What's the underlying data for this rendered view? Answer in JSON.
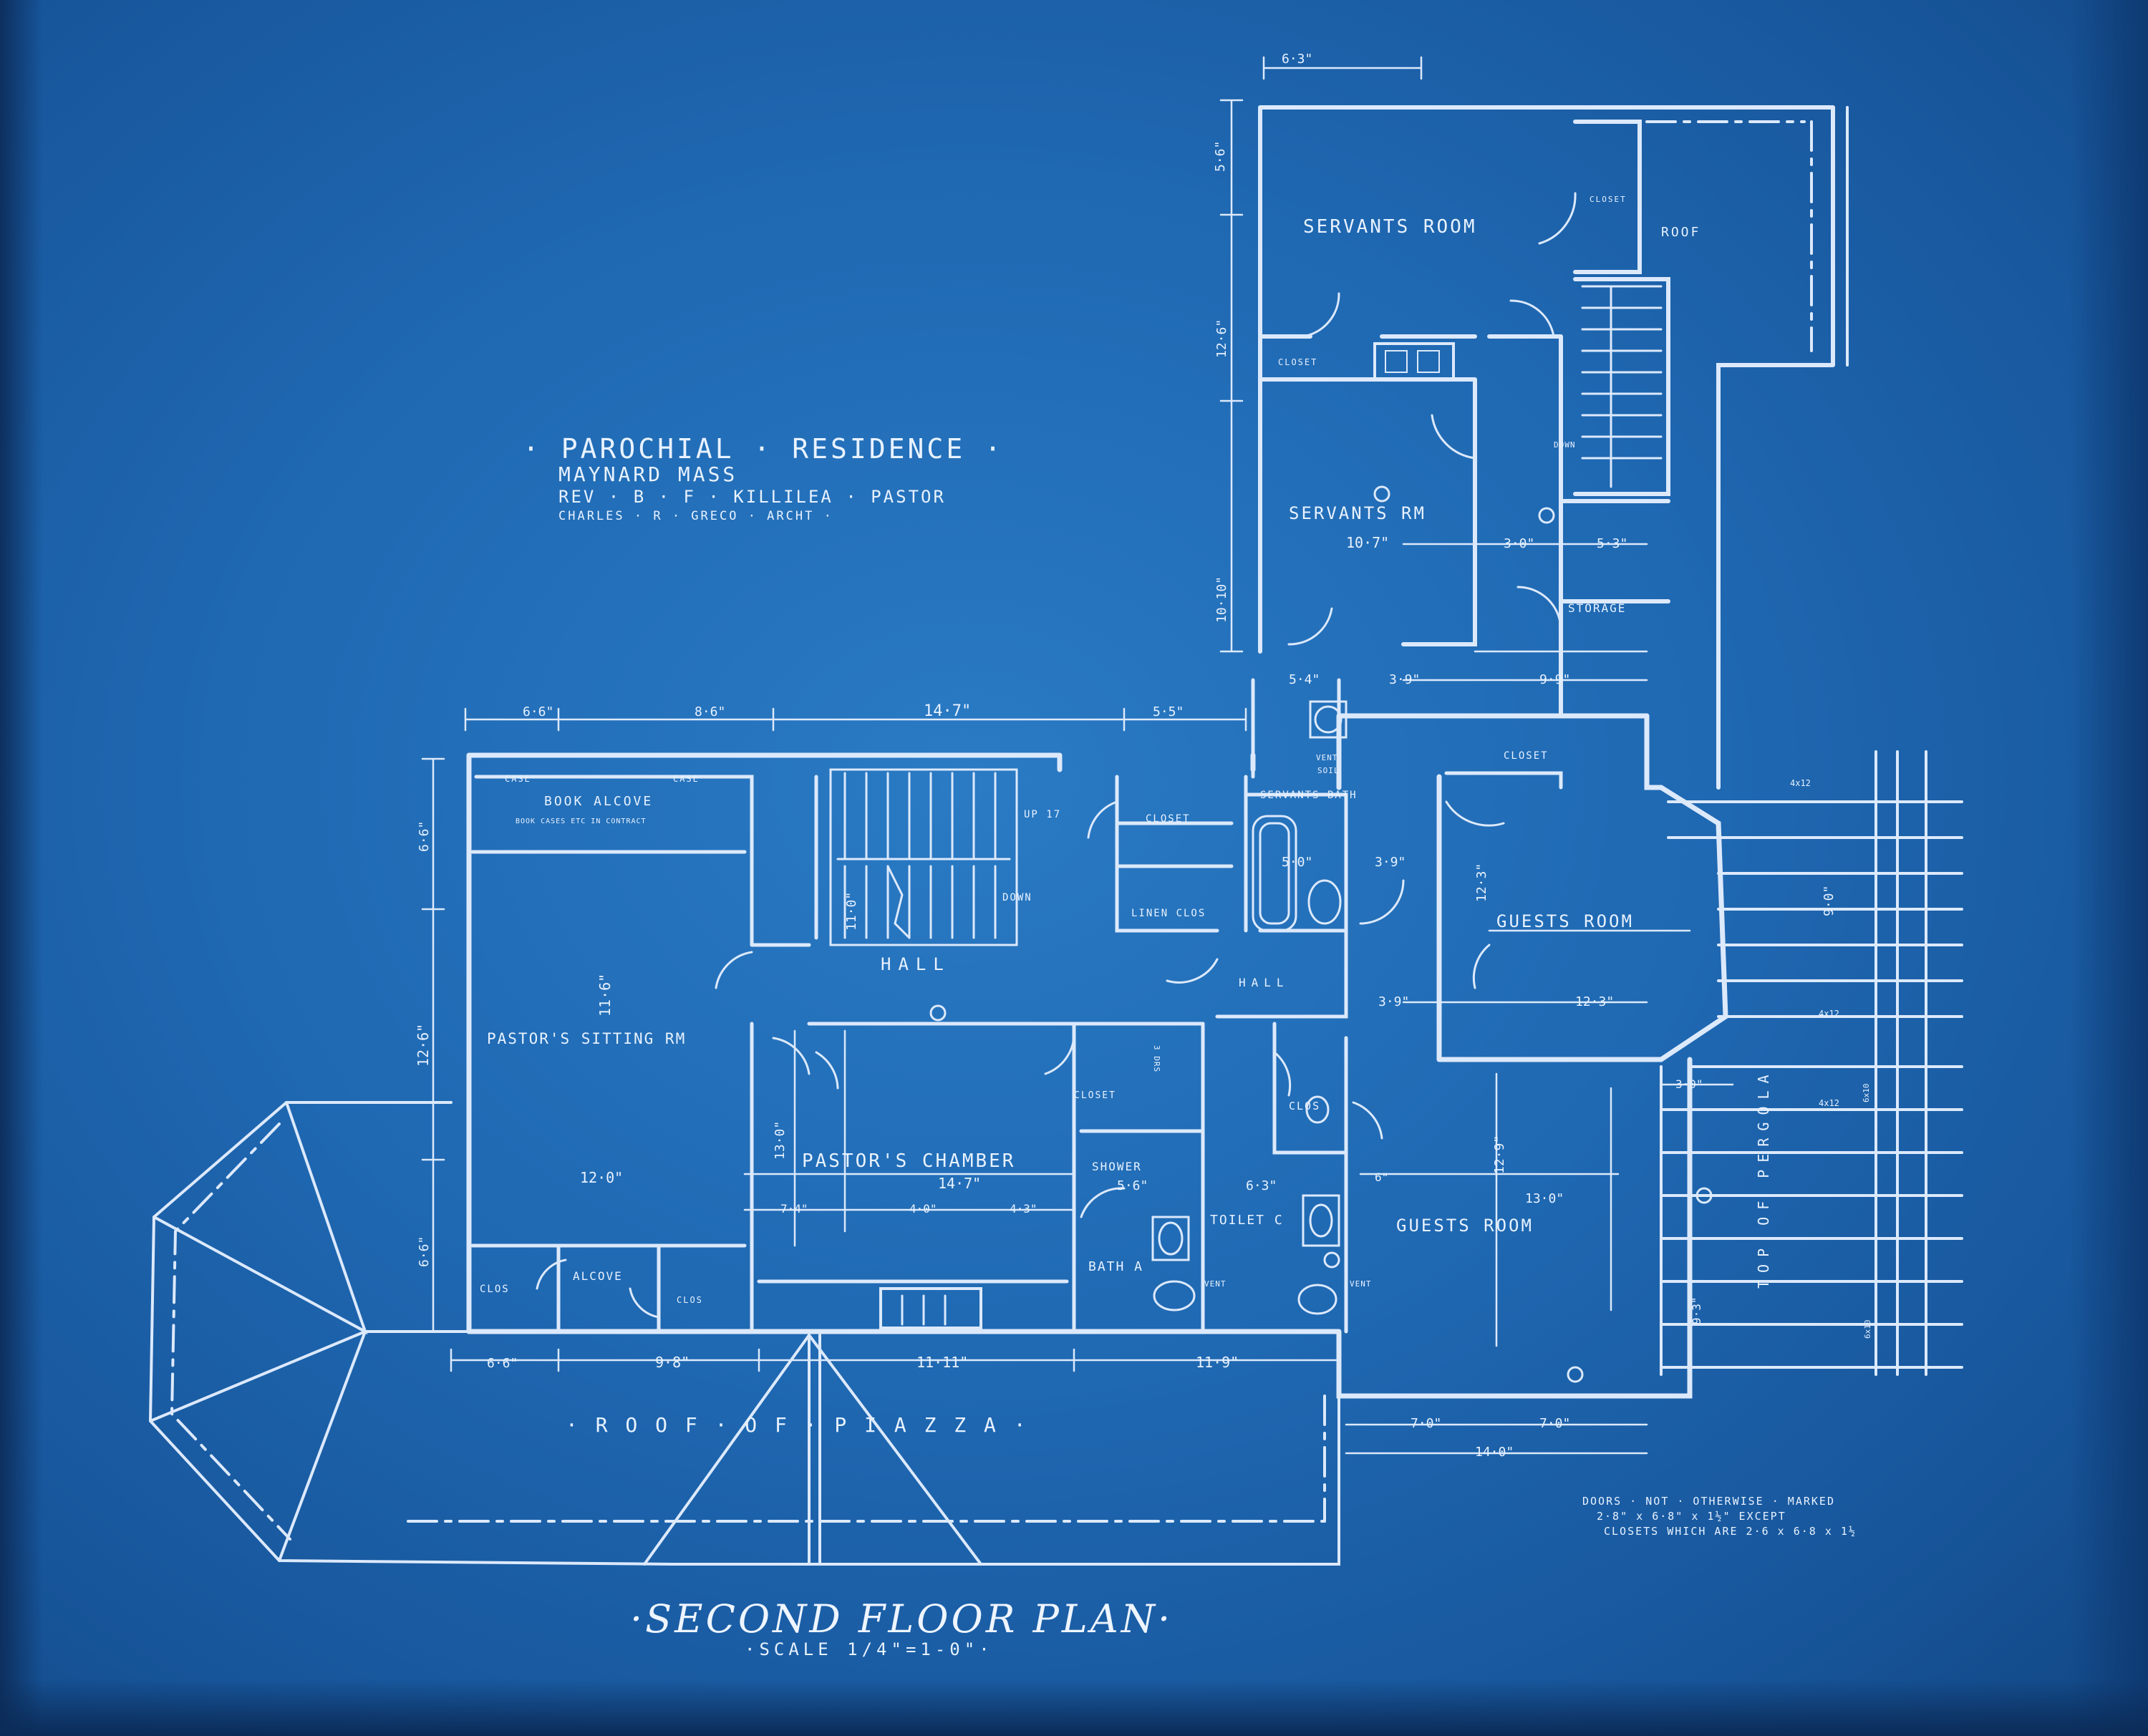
{
  "title_block": {
    "line1": "· PAROCHIAL · RESIDENCE ·",
    "line2": "MAYNARD MASS",
    "line3": "REV · B · F · KILLILEA · PASTOR",
    "line4": "CHARLES · R · GRECO · ARCHT ·"
  },
  "plan_title": {
    "name": "·SECOND FLOOR PLAN·",
    "scale": "·SCALE 1/4\"=1-0\"·"
  },
  "notes": {
    "line1": "DOORS · NOT · OTHERWISE · MARKED",
    "line2": "2·8\" x 6·8\" x 1½\" EXCEPT",
    "line3": "CLOSETS WHICH ARE 2·6 x 6·8 x 1½"
  },
  "rooms": {
    "servants_room": "SERVANTS ROOM",
    "servants_rm": "SERVANTS RM",
    "roof": "ROOF",
    "storage": "STORAGE",
    "closet": "CLOSET",
    "servants_bath": "SERVANTS BATH",
    "guests_room_upper": "GUESTS ROOM",
    "guests_room_lower": "GUESTS ROOM",
    "hall_main": "HALL",
    "hall_small": "HALL",
    "book_alcove": "BOOK ALCOVE",
    "book_cases": "BOOK CASES ETC IN CONTRACT",
    "case": "CASE",
    "pastors_sitting": "PASTOR'S SITTING RM",
    "pastors_chamber": "PASTOR'S CHAMBER",
    "linen_clos": "LINEN CLOS",
    "shower": "SHOWER",
    "bath_a": "BATH A",
    "toilet_c": "TOILET C",
    "clos": "CLOS",
    "alcove": "ALCOVE",
    "roof_of_piazza": "· R O O F · O F · P I A Z Z A ·",
    "top_of_pergola": "TOP OF PERGOLA",
    "up_17": "UP 17",
    "down": "DOWN",
    "vent": "VENT",
    "soil": "SOIL",
    "drs": "3 DRS"
  },
  "dimensions": {
    "d_6_3_top": "6·3\"",
    "d_5_6": "5·6\"",
    "d_12_6_upper": "12·6\"",
    "d_10_7": "10·7\"",
    "d_3_0": "3·0\"",
    "d_5_3": "5·3\"",
    "d_10_10": "10·10\"",
    "d_5_4": "5·4\"",
    "d_3_9": "3·9\"",
    "d_9_9": "9·9\"",
    "d_6_6_top": "6·6\"",
    "d_8_6": "8·6\"",
    "d_14_7": "14·7\"",
    "d_5_5": "5·5\"",
    "d_6_6_left": "6·6\"",
    "d_12_6_left": "12·6\"",
    "d_11_6": "11·6\"",
    "d_6_6_lower": "6·6\"",
    "d_11_0": "11·0\"",
    "d_5_0": "5·0\"",
    "d_3_9_hall": "3·9\"",
    "d_12_3_a": "12·3\"",
    "d_12_3_b": "12·3\"",
    "d_12_0": "12·0\"",
    "d_14_7_b": "14·7\"",
    "d_7_4": "7·4\"",
    "d_4_0": "4·0\"",
    "d_4_3": "4·3\"",
    "d_5_6_b": "5·6\"",
    "d_6_3_b": "6·3\"",
    "d_13_0": "13·0\"",
    "d_12_9": "12·9\"",
    "d_6_6_bottom": "6·6\"",
    "d_9_8": "9·8\"",
    "d_11_11": "11·11\"",
    "d_11_9": "11·9\"",
    "d_7_0_a": "7·0\"",
    "d_7_0_b": "7·0\"",
    "d_14_0": "14·0\"",
    "d_3_0_right": "3·0\"",
    "d_9_0": "9·0\"",
    "d_9_3": "9·3\"",
    "d_6_b": "6\"",
    "d_4x12_a": "4x12",
    "d_4x12_b": "4x12",
    "d_4x12_c": "4x12",
    "d_6x10": "6x10",
    "d_6x10_b": "6x10"
  }
}
